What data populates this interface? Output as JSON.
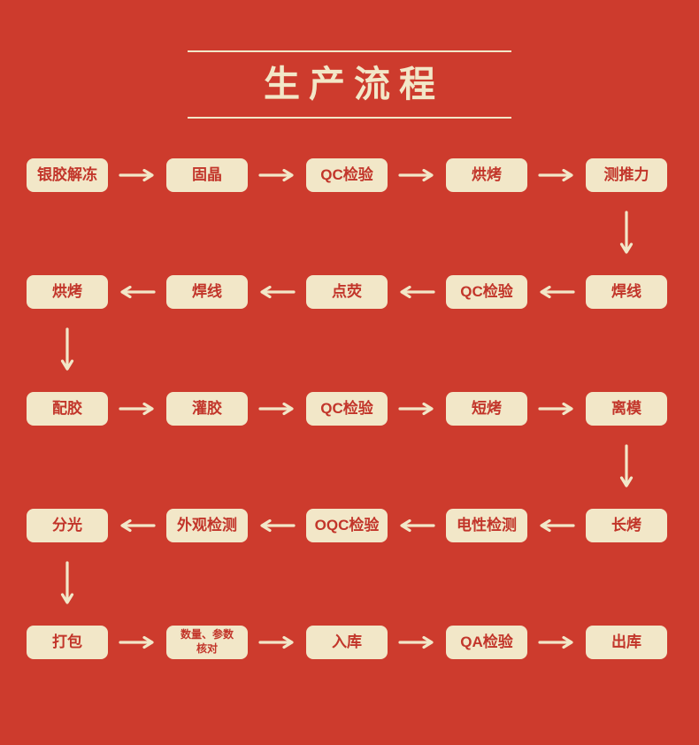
{
  "title": "生产流程",
  "colors": {
    "background": "#cd3b2d",
    "box_fill": "#f2e7c8",
    "box_text": "#c2352a",
    "accent_cream": "#f2e7c8"
  },
  "rows": [
    {
      "direction": "right",
      "nodes": [
        {
          "label": "银胶解冻"
        },
        {
          "label": "固晶"
        },
        {
          "label": "QC检验"
        },
        {
          "label": "烘烤"
        },
        {
          "label": "测推力"
        }
      ]
    },
    {
      "direction": "left",
      "nodes": [
        {
          "label": "烘烤"
        },
        {
          "label": "焊线"
        },
        {
          "label": "点荧"
        },
        {
          "label": "QC检验"
        },
        {
          "label": "焊线"
        }
      ]
    },
    {
      "direction": "right",
      "nodes": [
        {
          "label": "配胶"
        },
        {
          "label": "灌胶"
        },
        {
          "label": "QC检验"
        },
        {
          "label": "短烤"
        },
        {
          "label": "离模"
        }
      ]
    },
    {
      "direction": "left",
      "nodes": [
        {
          "label": "分光"
        },
        {
          "label": "外观检测"
        },
        {
          "label": "OQC检验"
        },
        {
          "label": "电性检测"
        },
        {
          "label": "长烤"
        }
      ]
    },
    {
      "direction": "right",
      "nodes": [
        {
          "label": "打包"
        },
        {
          "label": "数量、参数\n核对"
        },
        {
          "label": "入库"
        },
        {
          "label": "QA检验"
        },
        {
          "label": "出库"
        }
      ]
    }
  ]
}
